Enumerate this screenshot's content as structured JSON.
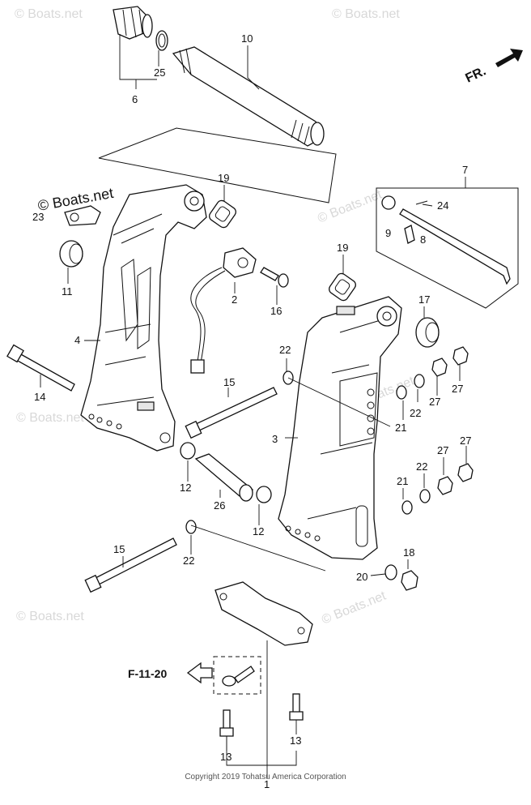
{
  "watermark": "© Boats.net",
  "logo_text": "© Boats.net",
  "front_indicator": "FR.",
  "reference": "F-11-20",
  "copyright": "Copyright 2019 Tohatsu America Corporation",
  "callouts": {
    "c1": "1",
    "c2": "2",
    "c3": "3",
    "c4": "4",
    "c6": "6",
    "c7": "7",
    "c8": "8",
    "c9": "9",
    "c10": "10",
    "c11": "11",
    "c12a": "12",
    "c12b": "12",
    "c13a": "13",
    "c13b": "13",
    "c14": "14",
    "c15a": "15",
    "c15b": "15",
    "c16": "16",
    "c17": "17",
    "c18": "18",
    "c19a": "19",
    "c19b": "19",
    "c20": "20",
    "c21a": "21",
    "c21b": "21",
    "c22a": "22",
    "c22b": "22",
    "c22c": "22",
    "c22d": "22",
    "c23": "23",
    "c24": "24",
    "c25": "25",
    "c26": "26",
    "c27a": "27",
    "c27b": "27",
    "c27c": "27",
    "c27d": "27"
  }
}
